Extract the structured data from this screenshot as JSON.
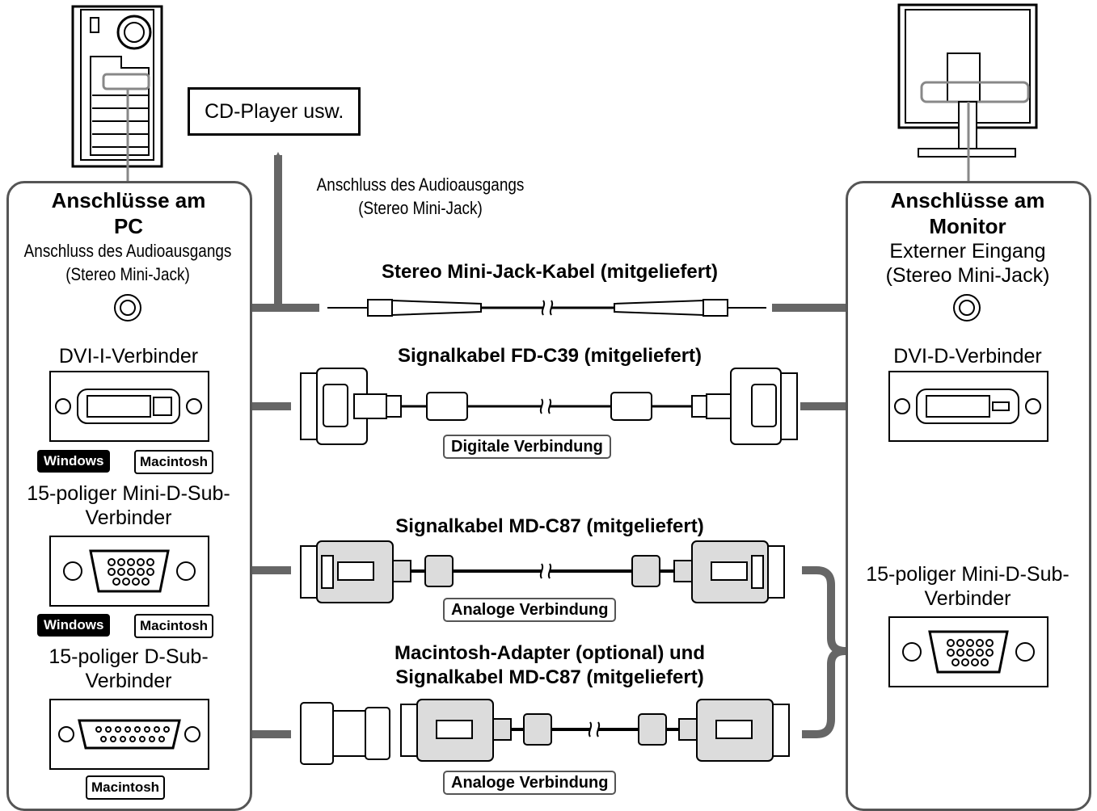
{
  "cd_player": {
    "label": "CD-Player usw."
  },
  "audio_out_top": {
    "line1": "Anschluss des Audioausgangs",
    "line2": "(Stereo Mini-Jack)"
  },
  "pc_panel": {
    "title_line1": "Anschlüsse am",
    "title_line2": "PC",
    "audio_line1": "Anschluss des Audioausgangs",
    "audio_line2": "(Stereo Mini-Jack)",
    "dvi_label": "DVI-I-Verbinder",
    "os_windows": "Windows",
    "os_macintosh": "Macintosh",
    "minidsub_line1": "15-poliger Mini-D-Sub-",
    "minidsub_line2": "Verbinder",
    "dsub_line1": "15-poliger D-Sub-",
    "dsub_line2": "Verbinder"
  },
  "monitor_panel": {
    "title_line1": "Anschlüsse am",
    "title_line2": "Monitor",
    "ext_line1": "Externer Eingang",
    "ext_line2": "(Stereo Mini-Jack)",
    "dvi_label": "DVI-D-Verbinder",
    "minidsub_line1": "15-poliger Mini-D-Sub-",
    "minidsub_line2": "Verbinder"
  },
  "cables": {
    "stereo": "Stereo Mini-Jack-Kabel (mitgeliefert)",
    "fdc39": "Signalkabel FD-C39 (mitgeliefert)",
    "digital_tag": "Digitale Verbindung",
    "mdc87": "Signalkabel MD-C87 (mitgeliefert)",
    "analog_tag": "Analoge Verbindung",
    "mac_line1": "Macintosh-Adapter (optional) und",
    "mac_line2": "Signalkabel MD-C87 (mitgeliefert)",
    "analog_tag2": "Analoge Verbindung"
  },
  "colors": {
    "arrow": "#666666",
    "panel_border": "#555555",
    "connector_fill": "#dcdcdc"
  }
}
